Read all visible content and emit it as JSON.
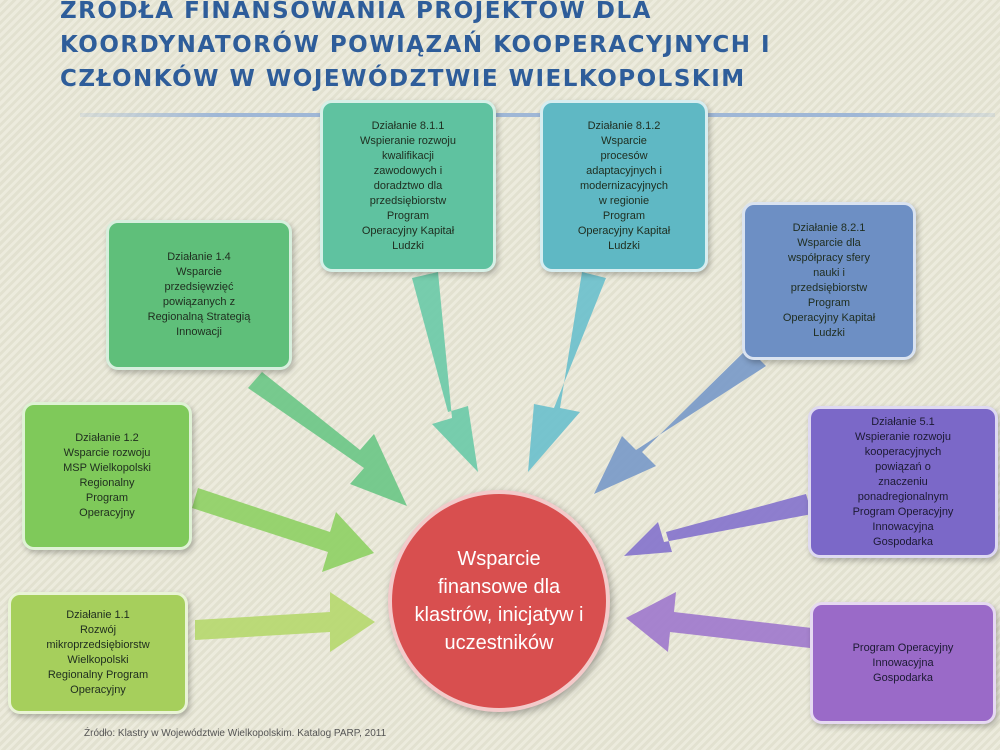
{
  "slide": {
    "title_lines": [
      "ŹRÓDŁA FINANSOWANIA PROJEKTÓW DLA",
      "KOORDYNATORÓW POWIĄZAŃ KOOPERACYJNYCH I",
      "CZŁONKÓW W WOJEWÓDZTWIE WIELKOPOLSKIM"
    ],
    "center": "Wsparcie finansowe dla klastrów, inicjatyw i uczestników",
    "source": "Źródło: Klastry w Województwie Wielkopolskim. Katalog PARP, 2011"
  },
  "colors": {
    "title": "#2e5d9a",
    "center": "#d84f4f",
    "box_1_1": "#a6cf5c",
    "box_1_2": "#7fc95a",
    "box_1_4": "#5fbf7a",
    "box_8_1_1": "#5fc2a0",
    "box_8_1_2": "#5fb8c4",
    "box_8_2_1": "#6d8fc4",
    "box_5_1": "#7b68c8",
    "box_poig": "#9a6ac8"
  },
  "boxes": {
    "b11": [
      "Działanie 1.1",
      "Rozwój",
      "mikroprzedsiębiorstw",
      "Wielkopolski",
      "Regionalny Program",
      "Operacyjny"
    ],
    "b12": [
      "Działanie 1.2",
      "Wsparcie rozwoju",
      "MSP Wielkopolski",
      "Regionalny",
      "Program",
      "Operacyjny"
    ],
    "b14": [
      "Działanie 1.4",
      "Wsparcie",
      "przedsięwzięć",
      "powiązanych z",
      "Regionalną Strategią",
      "Innowacji"
    ],
    "b811": [
      "Działanie 8.1.1",
      "Wspieranie rozwoju",
      "kwalifikacji",
      "zawodowych i",
      "doradztwo dla",
      "przedsiębiorstw",
      "Program",
      "Operacyjny Kapitał",
      "Ludzki"
    ],
    "b812": [
      "Działanie 8.1.2",
      "Wsparcie",
      "procesów",
      "adaptacyjnych i",
      "modernizacyjnych",
      "w regionie",
      "Program",
      "Operacyjny Kapitał",
      "Ludzki"
    ],
    "b821": [
      "Działanie 8.2.1",
      "Wsparcie dla",
      "współpracy sfery",
      "nauki i",
      "przedsiębiorstw",
      "Program",
      "Operacyjny Kapitał",
      "Ludzki"
    ],
    "b51": [
      "Działanie 5.1",
      "Wspieranie rozwoju",
      "kooperacyjnych",
      "powiązań o",
      "znaczeniu",
      "ponadregionalnym",
      "Program Operacyjny",
      "Innowacyjna",
      "Gospodarka"
    ],
    "bpoig": [
      "Program Operacyjny",
      "Innowacyjna",
      "Gospodarka"
    ]
  }
}
